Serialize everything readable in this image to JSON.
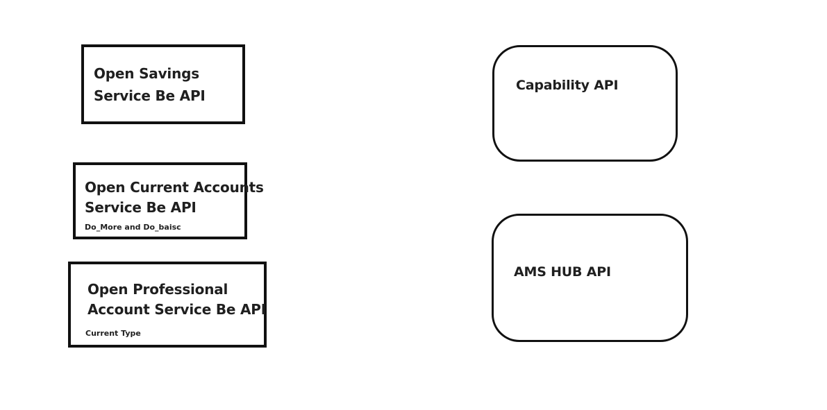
{
  "diagram": {
    "boxes": {
      "open_savings": {
        "title_lines": [
          "Open Savings",
          "Service Be API"
        ]
      },
      "open_current_accounts": {
        "title_lines": [
          "Open Current Accounts",
          "Service Be API"
        ],
        "note": "Do_More and Do_baisc"
      },
      "open_professional": {
        "title_lines": [
          "Open Professional",
          "Account Service Be API"
        ],
        "note": "Current Type"
      },
      "capability_api": {
        "title": "Capability API"
      },
      "ams_hub_api": {
        "title": "AMS HUB API"
      }
    }
  }
}
